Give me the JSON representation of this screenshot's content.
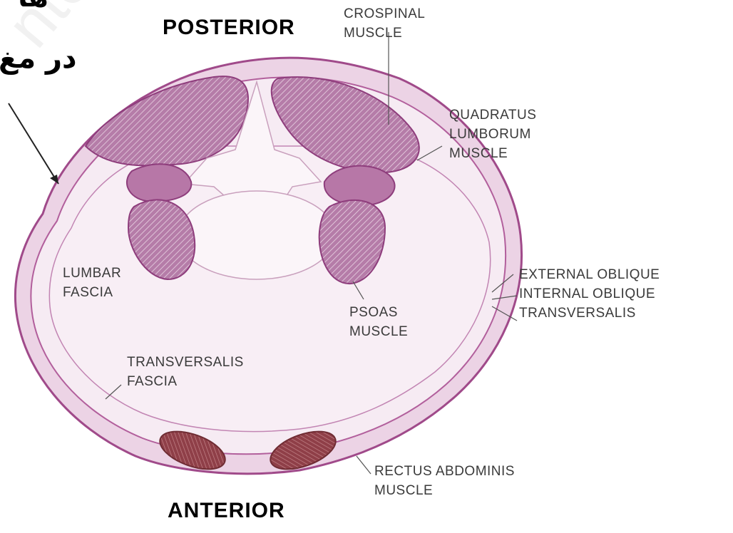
{
  "orientation": {
    "posterior": "POSTERIOR",
    "anterior": "ANTERIOR"
  },
  "persian_text": {
    "line1": "ها",
    "line2": "در مغ"
  },
  "watermark": "ntechno",
  "labels": {
    "erector_spinae": [
      "CROSPINAL",
      "MUSCLE"
    ],
    "quadratus_lumborum": [
      "QUADRATUS",
      "LUMBORUM",
      "MUSCLE"
    ],
    "lumbar_fascia": [
      "LUMBAR",
      "FASCIA"
    ],
    "psoas": [
      "PSOAS",
      "MUSCLE"
    ],
    "lateral_muscles": [
      "EXTERNAL OBLIQUE",
      "INTERNAL OBLIQUE",
      "TRANSVERSALIS"
    ],
    "transversalis_fascia": [
      "TRANSVERSALIS",
      "FASCIA"
    ],
    "rectus_abdominis": [
      "RECTUS ABDOMINIS",
      "MUSCLE"
    ]
  },
  "colors": {
    "muscle": "#b47aa6",
    "fascia": "#a04a8a",
    "cavity": "#f6ebf3",
    "rectus": "#9c4a52"
  }
}
